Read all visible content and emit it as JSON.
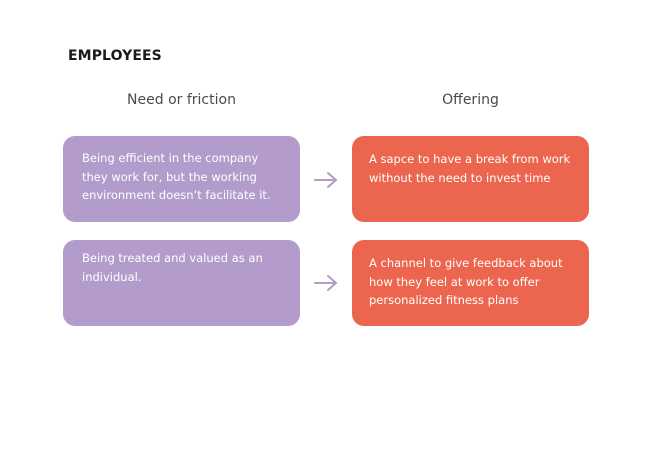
{
  "section": {
    "title": "EMPLOYEES"
  },
  "columns": {
    "need_header": "Need or friction",
    "offering_header": "Offering"
  },
  "rows": [
    {
      "need": "Being efficient in the company they work for, but the working environment doesn’t facilitate it.",
      "offering": "A sapce to have a break from work without the need to invest time"
    },
    {
      "need": "Being treated and valued as an individual.",
      "offering": "A channel to give feedback about how they feel at work to offer personalized fitness plans"
    }
  ],
  "colors": {
    "need_card": "#b39ccb",
    "offering_card": "#ec654e",
    "arrow": "#b39ccb",
    "title": "#1a1a1a",
    "header": "#4a4a4a"
  },
  "icons": {
    "connector": "arrow-right-icon"
  }
}
